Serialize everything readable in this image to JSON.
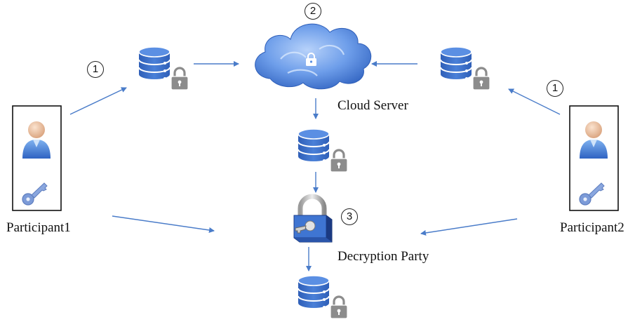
{
  "labels": {
    "cloud_server": "Cloud Server",
    "decryption_party": "Decryption Party",
    "participant1": "Participant1",
    "participant2": "Participant2"
  },
  "steps": {
    "step1_left": "1",
    "step1_right": "1",
    "step2": "2",
    "step3": "3"
  },
  "colors": {
    "arrow": "#4A7CC9",
    "database": "#3B6FC8",
    "lock": "#8C8C8C",
    "cloud": "#5A8FE0",
    "person_body": "#3E7CD6",
    "key": "#6F8FD0"
  },
  "icons": {
    "database": "database-lock-icon",
    "cloud": "cloud-lock-icon",
    "padlock": "padlock-key-icon",
    "user": "user-icon",
    "key": "key-icon"
  }
}
